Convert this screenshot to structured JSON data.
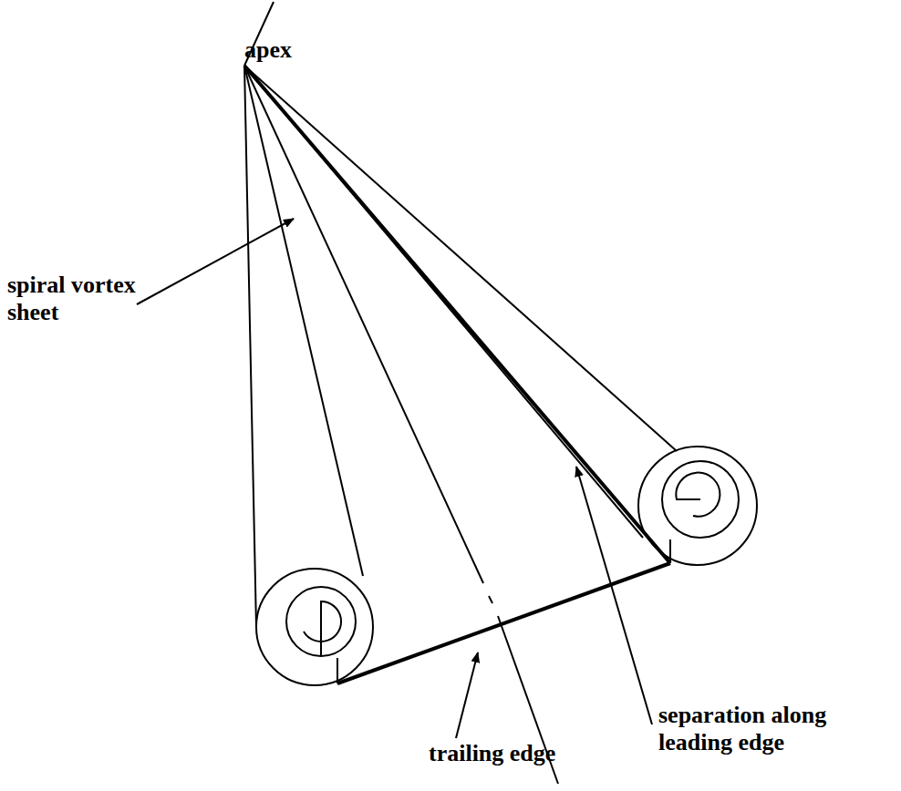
{
  "diagram": {
    "labels": [
      "apex",
      "spiral vortex sheet",
      "separation along leading edge",
      "trailing edge"
    ]
  }
}
